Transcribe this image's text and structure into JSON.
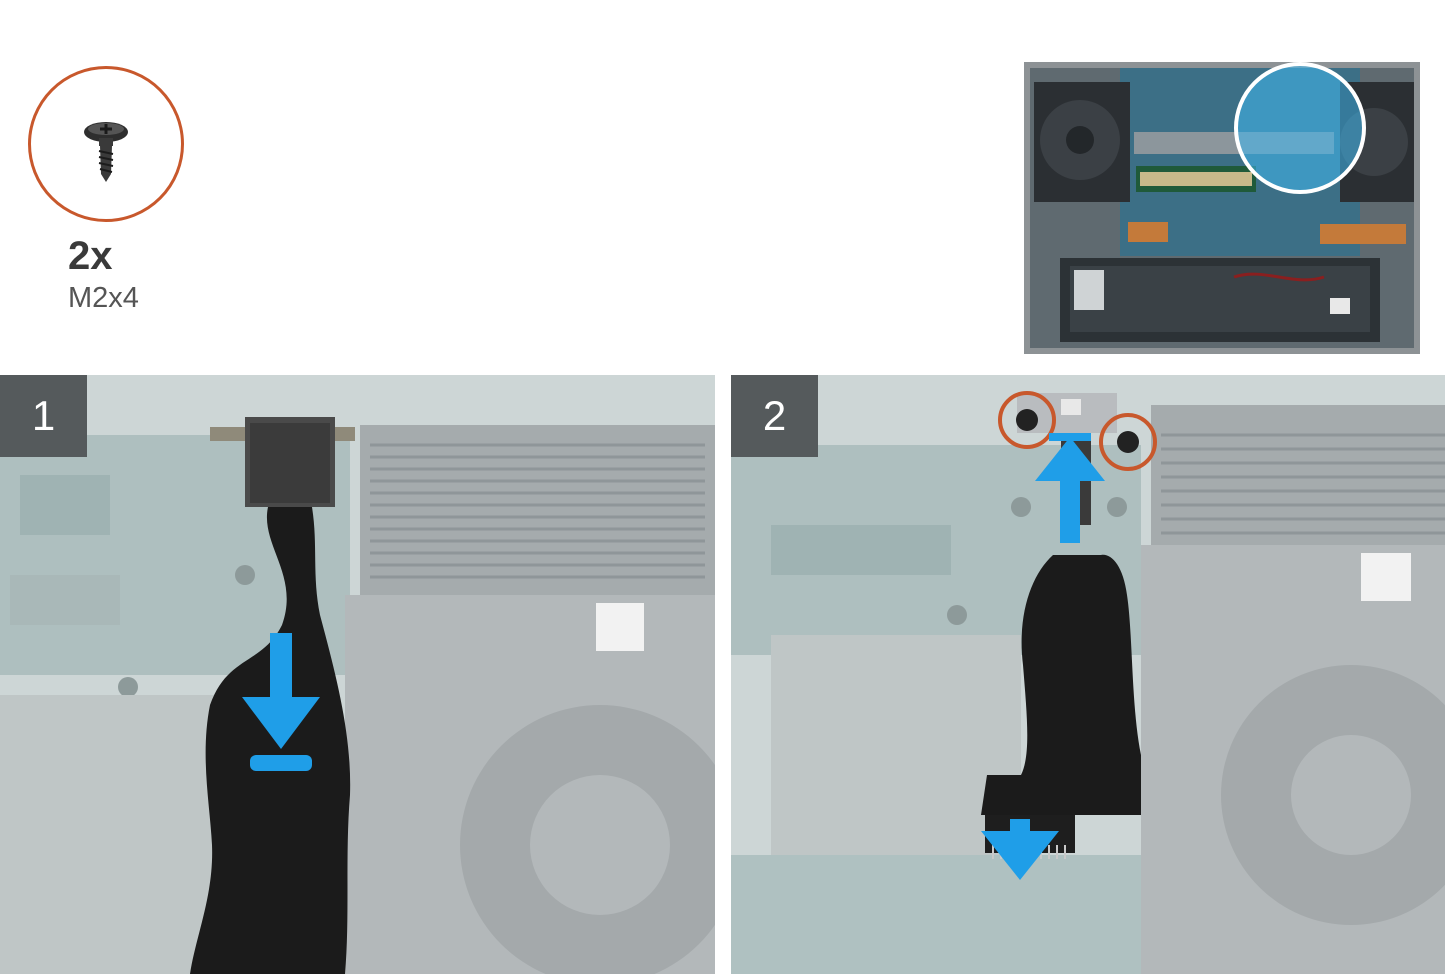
{
  "screw": {
    "count": "2x",
    "size": "M2x4",
    "ring_color": "#c8582c"
  },
  "steps": [
    {
      "number": "1"
    },
    {
      "number": "2"
    }
  ],
  "colors": {
    "arrow": "#1f9ee8",
    "screw_highlight": "#c8582c",
    "step_badge": "#555a5c",
    "overview_highlight": "#3fb8f0"
  }
}
